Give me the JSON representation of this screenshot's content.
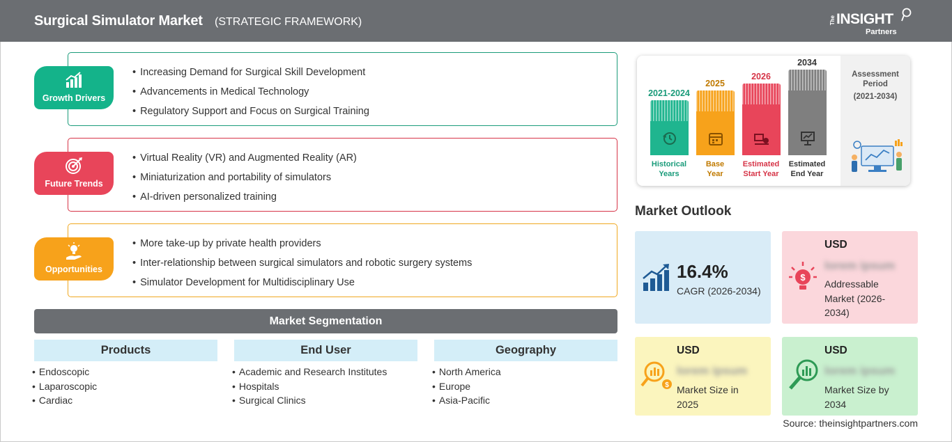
{
  "header": {
    "title": "Surgical Simulator Market",
    "subtitle": "(STRATEGIC FRAMEWORK)",
    "logo_the": "The",
    "logo_main": "INSIGHT",
    "logo_sub": "Partners"
  },
  "framework": [
    {
      "label": "Growth Drivers",
      "color": "#14b38a",
      "border": "#1a9b7a",
      "icon": "growth-chart-icon",
      "items": [
        "Increasing Demand for Surgical Skill Development",
        "Advancements in Medical Technology",
        "Regulatory Support and Focus on Surgical Training"
      ]
    },
    {
      "label": "Future Trends",
      "color": "#e8455a",
      "border": "#d63447",
      "icon": "target-icon",
      "items": [
        "Virtual Reality (VR) and Augmented Reality (AR)",
        "Miniaturization and portability of simulators",
        "AI-driven personalized training"
      ]
    },
    {
      "label": "Opportunities",
      "color": "#f7a21b",
      "border": "#f0a820",
      "icon": "lightbulb-hand-icon",
      "items": [
        "More take-up by private health providers",
        "Inter-relationship between surgical simulators and robotic surgery systems",
        "Simulator Development for Multidisciplinary Use"
      ]
    }
  ],
  "segmentation": {
    "title": "Market Segmentation",
    "columns": [
      {
        "heading": "Products",
        "items": [
          "Endoscopic",
          "Laparoscopic",
          "Cardiac"
        ]
      },
      {
        "heading": "End User",
        "items": [
          "Academic and Research Institutes",
          "Hospitals",
          "Surgical Clinics"
        ]
      },
      {
        "heading": "Geography",
        "items": [
          "North America",
          "Europe",
          "Asia-Pacific"
        ]
      }
    ]
  },
  "timeline": {
    "columns": [
      {
        "year": "2021-2024",
        "label_line1": "Historical",
        "label_line2": "Years",
        "color": "#1fb58f",
        "icon": "history-icon"
      },
      {
        "year": "2025",
        "label_line1": "Base",
        "label_line2": "Year",
        "color": "#f7a21b",
        "icon": "calendar-icon"
      },
      {
        "year": "2026",
        "label_line1": "Estimated",
        "label_line2": "Start Year",
        "color": "#e8455a",
        "icon": "start-flag-icon"
      },
      {
        "year": "2034",
        "label_line1": "Estimated",
        "label_line2": "End Year",
        "color": "#7f7f7f",
        "icon": "presentation-icon"
      }
    ],
    "assessment_line1": "Assessment",
    "assessment_line2": "Period",
    "assessment_period": "(2021-2034)"
  },
  "outlook": {
    "title": "Market Outlook",
    "cagr": {
      "value": "16.4%",
      "label": "CAGR (2026-2034)",
      "bg": "#d9ecf7",
      "icon": "growth-bars-icon"
    },
    "addressable": {
      "currency": "USD",
      "value": "lorem ipsum",
      "line1": "Addressable",
      "line2": "Market (2026-",
      "line3": "2034)",
      "bg": "#fbd7dc",
      "icon": "money-bulb-icon"
    },
    "size_2025": {
      "currency": "USD",
      "value": "lorem ipsum",
      "line1": "Market Size in",
      "line2": "2025",
      "bg": "#fbf5be",
      "icon": "magnifier-coin-icon"
    },
    "size_2034": {
      "currency": "USD",
      "value": "lorem ipsum",
      "line1": "Market Size by",
      "line2": "2034",
      "bg": "#c9f0cf",
      "icon": "magnifier-chart-icon"
    }
  },
  "source": "Source: theinsightpartners.com"
}
